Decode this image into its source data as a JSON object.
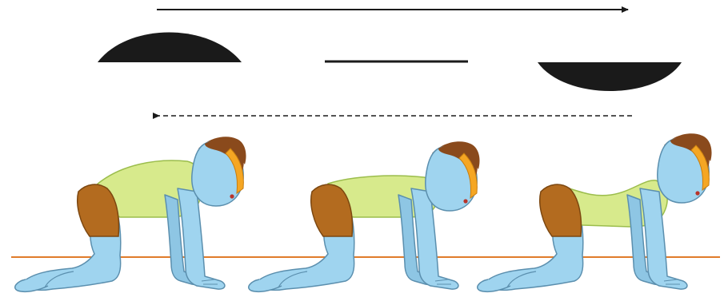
{
  "figure": {
    "colors": {
      "ink": "#1a1a1a",
      "floor": "#e07b2a",
      "skin": "#9fd4ef",
      "skin_outline": "#5b8fae",
      "shirt": "#d7ea8c",
      "shirt_outline": "#9bbd4c",
      "shorts": "#b36b1f",
      "shorts_outline": "#7c4710",
      "hair": "#8a4a1c",
      "headband": "#f5a623"
    },
    "top_arrow": {
      "direction": "right",
      "style": "solid"
    },
    "bottom_arrow": {
      "direction": "left",
      "style": "dashed"
    },
    "spine_symbols": [
      "arch-up",
      "flat",
      "arch-down"
    ],
    "poses": [
      "cat-rounded-back",
      "neutral-tabletop",
      "cow-sagging-back"
    ]
  }
}
